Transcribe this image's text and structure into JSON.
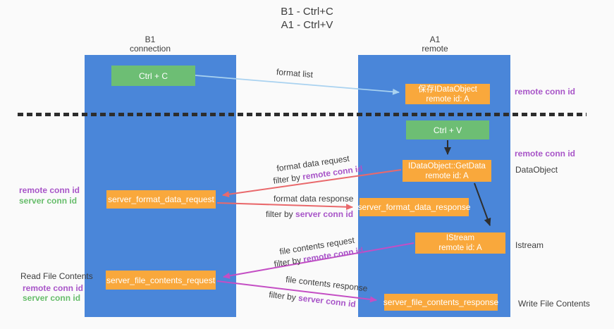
{
  "title": {
    "line1": "B1 - Ctrl+C",
    "line2": "A1 - Ctrl+V"
  },
  "columns": {
    "left": {
      "name": "B1",
      "role": "connection"
    },
    "right": {
      "name": "A1",
      "role": "remote"
    }
  },
  "boxes": {
    "ctrl_c": "Ctrl + C",
    "ctrl_v": "Ctrl + V",
    "save_dataobject": {
      "line1": "保存IDataObject",
      "line2": "remote id: A"
    },
    "getdata": {
      "line1": "IDataObject::GetData",
      "line2": "remote id: A"
    },
    "istream": {
      "line1": "IStream",
      "line2": "remote id: A"
    },
    "server_format_data_request": "server_format_data_request",
    "server_format_data_response": "server_format_data_response",
    "server_file_contents_request": "server_file_contents_request",
    "server_file_contents_response": "server_file_contents_response"
  },
  "labels": {
    "format_list": "format list",
    "format_data_request": "format data request",
    "format_data_response": "format data response",
    "file_contents_request": "file contents request",
    "file_contents_response": "file contents response",
    "filter_by": "filter by",
    "remote_conn_id": "remote conn id",
    "server_conn_id": "server conn id",
    "dataobject": "DataObject",
    "istream": "Istream",
    "read_file_contents": "Read File Contents",
    "write_file_contents": "Write File Contents"
  },
  "colors": {
    "lifeline_blue": "#4a86d9",
    "box_green": "#6dbe74",
    "box_orange": "#f9a83c",
    "arrow_light_blue": "#a9d2f0",
    "arrow_red": "#e9696c",
    "arrow_magenta": "#c44ec4",
    "arrow_black": "#2e2e2e",
    "label_purple": "#a855c8",
    "label_green": "#67bd6b",
    "text_dark": "#3d3d3d"
  }
}
